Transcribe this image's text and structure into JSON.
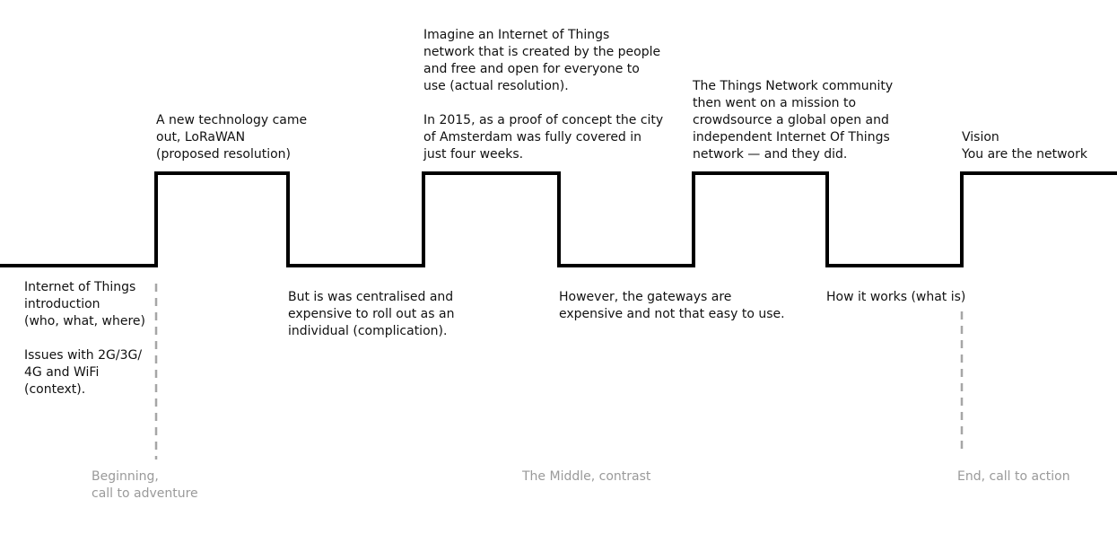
{
  "colors": {
    "line": "#000000",
    "divider": "#a6a6a6",
    "text": "#111111",
    "phase_text": "#9a9a9a",
    "background": "#ffffff"
  },
  "wave": {
    "segments": [
      "low",
      "high",
      "low",
      "high",
      "low",
      "high",
      "low",
      "high"
    ]
  },
  "notes": {
    "intro": "Internet of Things\nintroduction\n(who, what, where)\n\nIssues with 2G/3G/\n4G and WiFi\n(context).",
    "lorawan": "A new technology came\nout, LoRaWAN\n(proposed resolution)",
    "centralised": "But is was centralised and\nexpensive to roll out as an\nindividual (complication).",
    "imagine": "Imagine an Internet of Things\nnetwork that is created by the people\nand free and open for everyone to\nuse (actual resolution).\n\nIn 2015, as a proof of concept the city\nof Amsterdam was fully covered in\njust four weeks.",
    "gateways": "However, the gateways are\nexpensive and not that easy to use.",
    "community": "The Things Network community\nthen went on a mission to\ncrowdsource a global open and\nindependent Internet Of Things\nnetwork — and they did.",
    "how_it_works": "How it works (what is)",
    "vision": "Vision\nYou are the network"
  },
  "phases": {
    "beginning": "Beginning,\ncall to adventure",
    "middle": "The Middle, contrast",
    "end": "End, call to action"
  }
}
